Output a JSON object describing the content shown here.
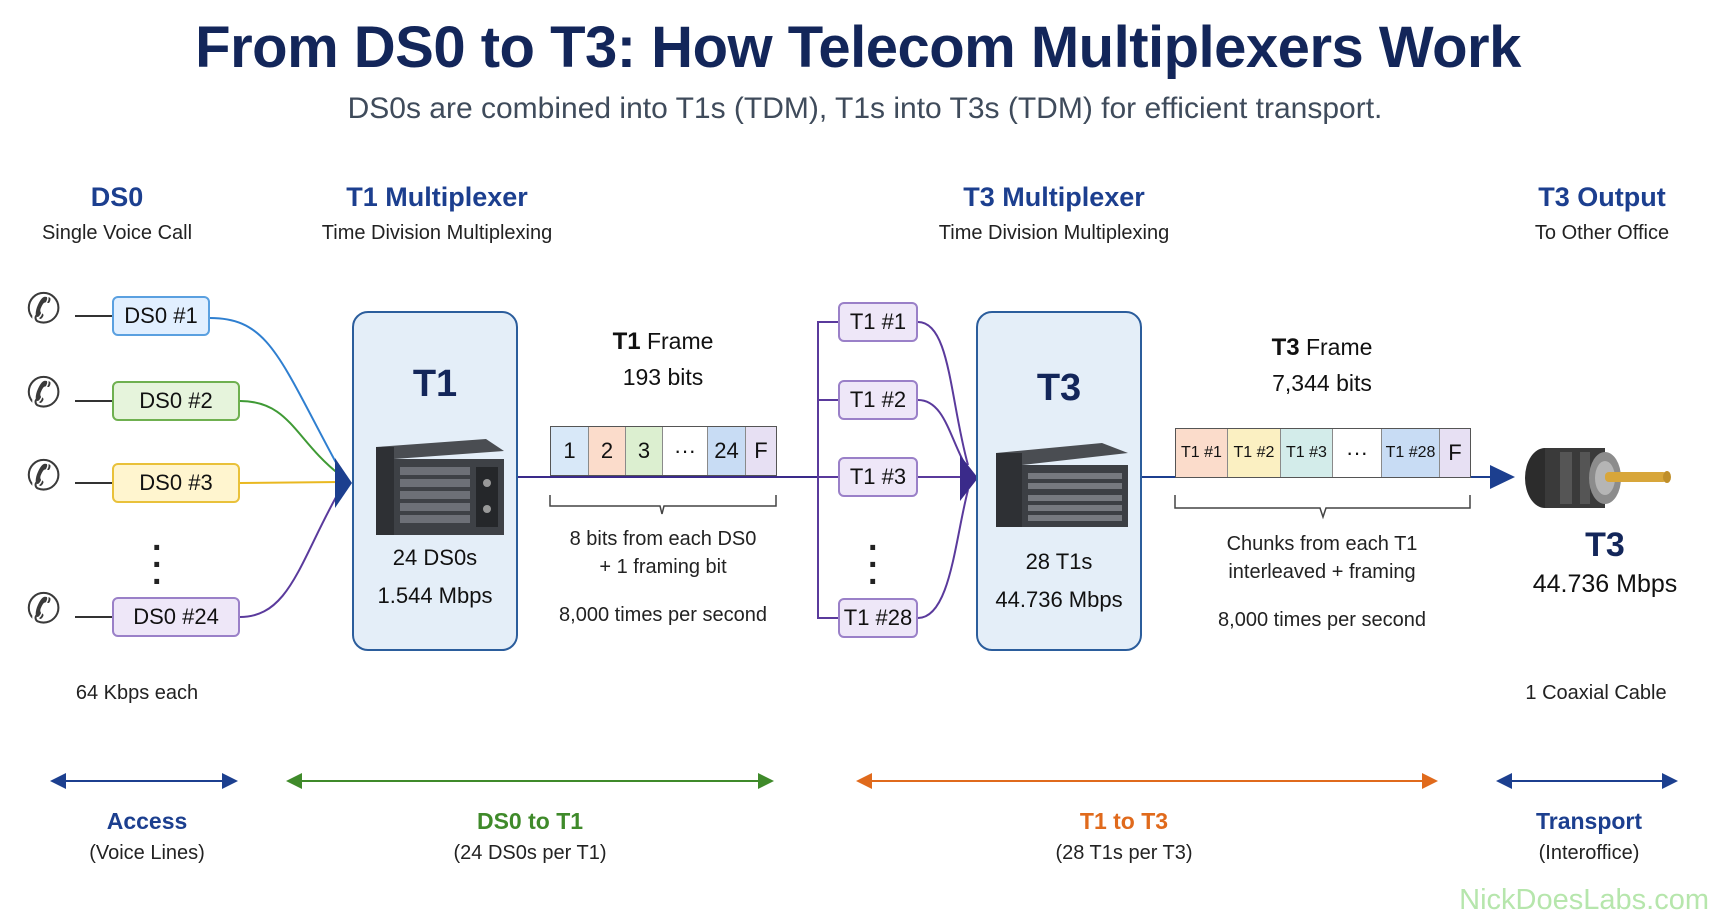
{
  "title": "From DS0 to T3: How Telecom Multiplexers Work",
  "subtitle": "DS0s are combined into T1s (TDM), T1s into T3s (TDM) for efficient transport.",
  "columns": {
    "ds0": {
      "title": "DS0",
      "subtitle": "Single Voice Call"
    },
    "t1mux": {
      "title": "T1 Multiplexer",
      "subtitle": "Time Division Multiplexing"
    },
    "t3mux": {
      "title": "T3 Multiplexer",
      "subtitle": "Time Division Multiplexing"
    },
    "t3out": {
      "title": "T3 Output",
      "subtitle": "To Other Office"
    }
  },
  "ds0_inputs": [
    "DS0 #1",
    "DS0 #2",
    "DS0 #3",
    "DS0 #24"
  ],
  "ds0_colors": [
    "#2f7fd0",
    "#3f9a35",
    "#e9b820",
    "#5a3a9c"
  ],
  "ds0_note": "64 Kbps each",
  "t1_box": {
    "title": "T1",
    "line1": "24 DS0s",
    "line2": "1.544 Mbps"
  },
  "t1_frame": {
    "name": "T1",
    "name_suffix": "Frame",
    "bits": "193 bits",
    "cells": [
      "1",
      "2",
      "3",
      "···",
      "24",
      "F"
    ],
    "cell_colors": [
      "#d8e8f8",
      "#fbdccb",
      "#dcefd0",
      "#ffffff",
      "#c8dcf4",
      "#e7e0f3"
    ],
    "desc1": "8 bits from each DS0",
    "desc2": "+ 1 framing bit",
    "rate": "8,000 times per second"
  },
  "t1_inputs": [
    "T1 #1",
    "T1 #2",
    "T1 #3",
    "T1 #28"
  ],
  "t3_box": {
    "title": "T3",
    "line1": "28 T1s",
    "line2": "44.736 Mbps"
  },
  "t3_frame": {
    "name": "T3",
    "name_suffix": "Frame",
    "bits": "7,344 bits",
    "cells": [
      "T1 #1",
      "T1 #2",
      "T1 #3",
      "···",
      "T1 #28",
      "F"
    ],
    "cell_colors": [
      "#fbdccb",
      "#fbf0c2",
      "#d3ecea",
      "#ffffff",
      "#c8dcf4",
      "#e7e0f3"
    ],
    "desc1": "Chunks from each T1",
    "desc2": "interleaved + framing",
    "rate": "8,000 times per second"
  },
  "t3_output": {
    "title": "T3",
    "rate": "44.736 Mbps",
    "cable": "1 Coaxial Cable"
  },
  "stages": [
    {
      "title": "Access",
      "sub": "(Voice Lines)",
      "color": "#1c3f8f"
    },
    {
      "title": "DS0 to T1",
      "sub": "(24 DS0s per T1)",
      "color": "#3f8a2a"
    },
    {
      "title": "T1 to T3",
      "sub": "(28 T1s per T3)",
      "color": "#e06a1c"
    },
    {
      "title": "Transport",
      "sub": "(Interoffice)",
      "color": "#1c3f8f"
    }
  ],
  "watermark": "NickDoesLabs.com"
}
